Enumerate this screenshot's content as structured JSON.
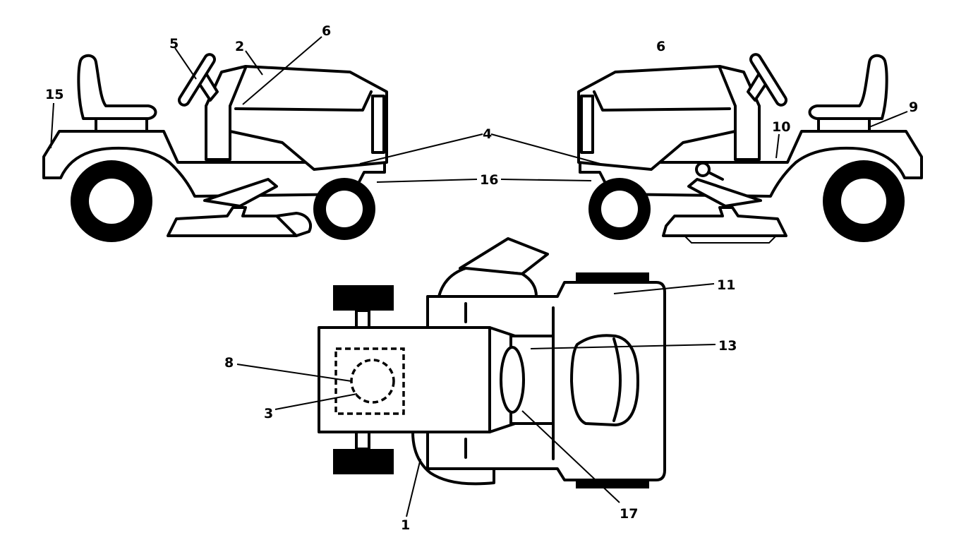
{
  "callouts": [
    {
      "id": "c1",
      "text": "1"
    },
    {
      "id": "c2",
      "text": "2"
    },
    {
      "id": "c3",
      "text": "3"
    },
    {
      "id": "c4",
      "text": "4"
    },
    {
      "id": "c5",
      "text": "5"
    },
    {
      "id": "c6a",
      "text": "6"
    },
    {
      "id": "c6b",
      "text": "6"
    },
    {
      "id": "c8",
      "text": "8"
    },
    {
      "id": "c9",
      "text": "9"
    },
    {
      "id": "c10",
      "text": "10"
    },
    {
      "id": "c11",
      "text": "11"
    },
    {
      "id": "c13",
      "text": "13"
    },
    {
      "id": "c15",
      "text": "15"
    },
    {
      "id": "c16",
      "text": "16"
    },
    {
      "id": "c17",
      "text": "17"
    }
  ]
}
